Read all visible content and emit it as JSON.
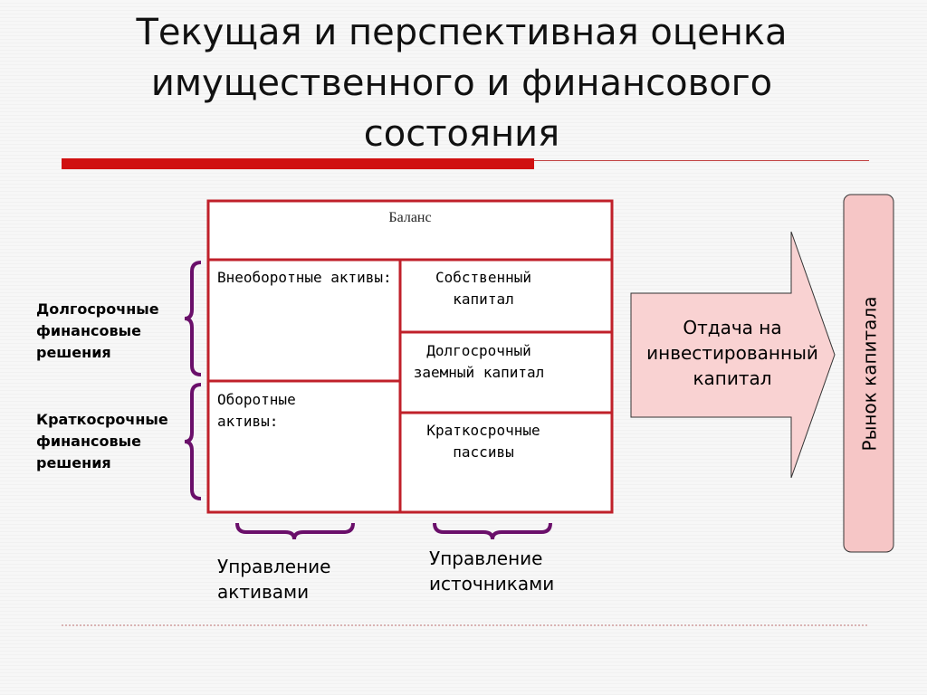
{
  "title": "Текущая и перспективная оценка имущественного и финансового состояния",
  "balance": {
    "header": "Баланс",
    "noncurrent_assets": "Внеоборотные активы:",
    "current_assets": "Оборотные активы:",
    "equity": "Собственный капитал",
    "longterm_debt": "Долгосрочный заемный капитал",
    "shortterm_liabilities": "Краткосрочные пассивы"
  },
  "left_labels": {
    "longterm": "Долгосрочные финансовые решения",
    "shortterm": "Краткосрочные финансовые решения"
  },
  "bottom_labels": {
    "assets_mgmt": "Управление активами",
    "sources_mgmt": "Управление источниками"
  },
  "arrow_text": "Отдача на инвестированный капитал",
  "market_label": "Рынок капитала",
  "colors": {
    "title_rule": "#d01010",
    "table_border": "#c0202a",
    "brace": "#6a0f6a",
    "arrow_fill": "#f9d2d2",
    "market_fill": "#f6c6c6"
  }
}
